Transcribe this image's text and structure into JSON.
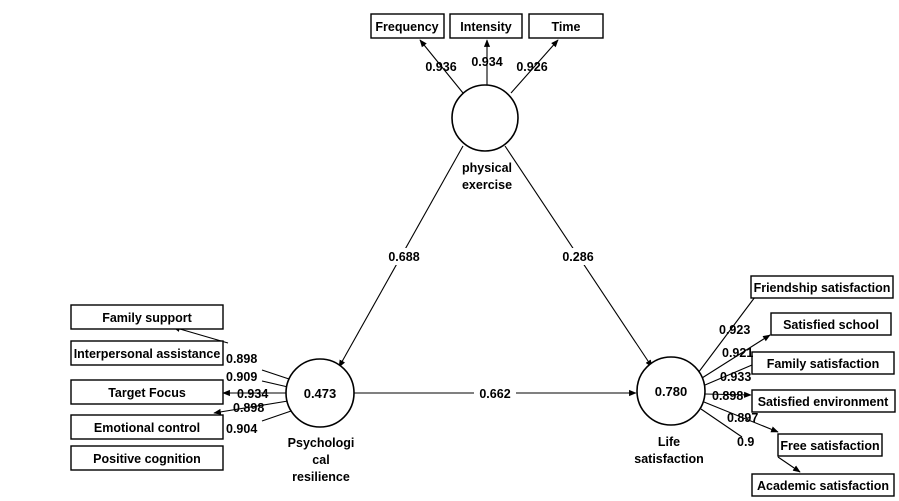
{
  "latent_variables": {
    "physical_exercise": {
      "name_lines": [
        "physical",
        "exercise"
      ],
      "r2": ""
    },
    "psychological_resilience": {
      "name_lines": [
        "Psychologi",
        "cal",
        "resilience"
      ],
      "r2": "0.473"
    },
    "life_satisfaction": {
      "name_lines": [
        "Life",
        "satisfaction"
      ],
      "r2": "0.780"
    }
  },
  "indicators": {
    "physical_exercise": [
      {
        "label": "Frequency",
        "loading": "0.936"
      },
      {
        "label": "Intensity",
        "loading": "0.934"
      },
      {
        "label": "Time",
        "loading": "0.926"
      }
    ],
    "psychological_resilience": [
      {
        "label": "Family support",
        "loading": "0.898"
      },
      {
        "label": "Interpersonal assistance",
        "loading": "0.909"
      },
      {
        "label": "Target Focus",
        "loading": "0.934"
      },
      {
        "label": "Emotional control",
        "loading": "0.898"
      },
      {
        "label": "Positive cognition",
        "loading": "0.904"
      }
    ],
    "life_satisfaction": [
      {
        "label": "Friendship satisfaction",
        "loading": "0.923"
      },
      {
        "label": "Satisfied  school",
        "loading": "0.921"
      },
      {
        "label": "Family satisfaction",
        "loading": "0.933"
      },
      {
        "label": "Satisfied  environment",
        "loading": "0.898"
      },
      {
        "label": "Free satisfaction",
        "loading": "0.897"
      },
      {
        "label": "Academic satisfaction",
        "loading": "0.9"
      }
    ]
  },
  "paths": {
    "exercise_to_resilience": "0.688",
    "exercise_to_satisfaction": "0.286",
    "resilience_to_satisfaction": "0.662"
  }
}
